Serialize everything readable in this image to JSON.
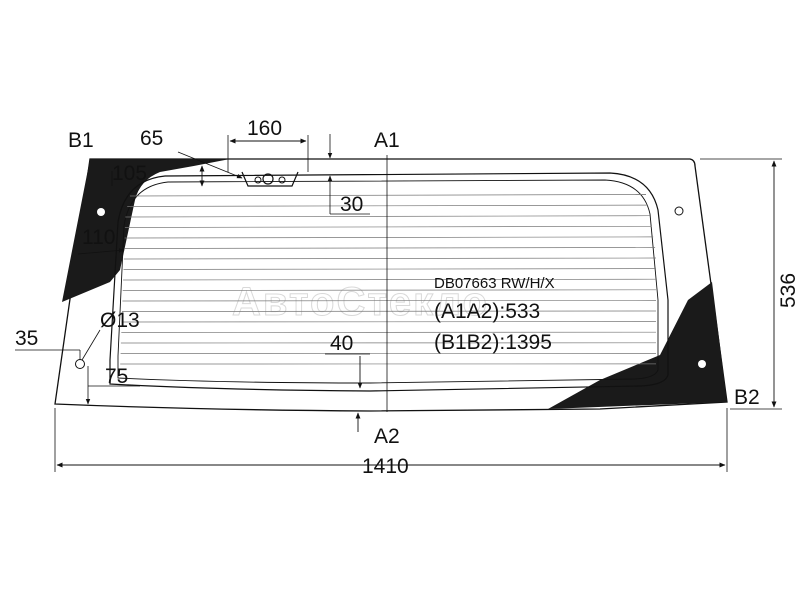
{
  "diagram": {
    "part_code": "DB07663 RW/H/X",
    "height_a1a2": "(A1A2):533",
    "width_b1b2": "(B1B2):1395",
    "watermark": "АвтоСтекло",
    "corner_labels": {
      "b1": "B1",
      "b2": "B2",
      "a1": "A1",
      "a2": "A2"
    },
    "dimensions": {
      "overall_width": "1410",
      "overall_height": "536",
      "d160": "160",
      "d65": "65",
      "d105": "105",
      "d110": "110",
      "d30": "30",
      "d40": "40",
      "d35": "35",
      "d75": "75",
      "hole": "Ø13"
    },
    "colors": {
      "line": "#111111",
      "ceramic_band": "#1a1a1a",
      "heater": "#555555"
    }
  }
}
